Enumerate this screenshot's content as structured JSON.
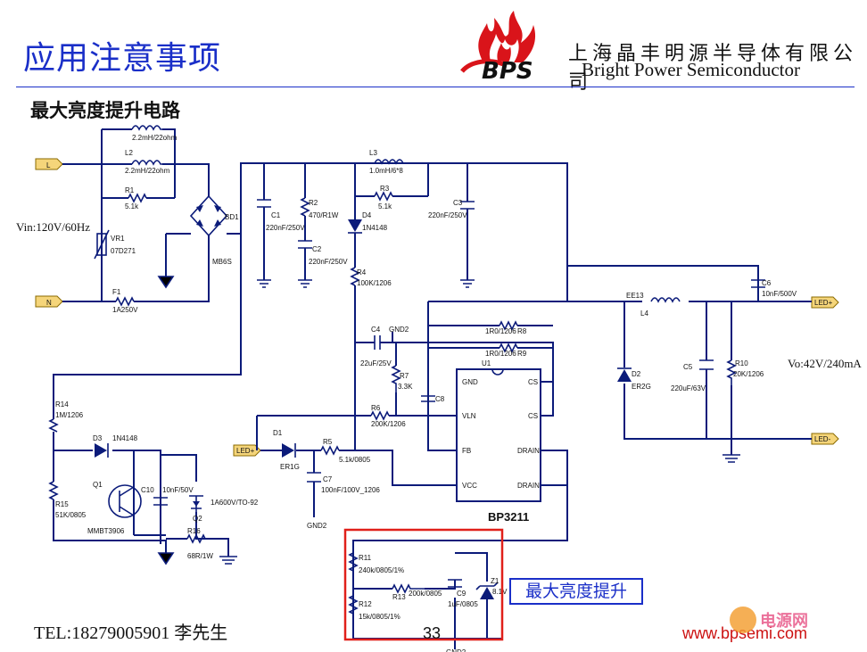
{
  "slide": {
    "title": "应用注意事项",
    "subtitle": "最大亮度提升电路",
    "footer_contact": "TEL:18279005901   李先生",
    "page_number": "33",
    "website": "www.bpsemi.com"
  },
  "company": {
    "name_cn": "上海晶丰明源半导体有限公司",
    "name_en": "Bright Power Semiconductor",
    "logo_text": "BPS"
  },
  "circuit": {
    "input_label": "Vin:120V/60Hz",
    "output_label": "Vo:42V/240mA",
    "terminals": {
      "line": "L",
      "neutral": "N",
      "led_plus": "LED+",
      "led_minus": "LED-",
      "led_plus_in": "LED+"
    },
    "chip": {
      "ref": "U1",
      "name": "BP3211",
      "pins_left": [
        "GND",
        "VLN",
        "FB",
        "VCC"
      ],
      "pins_right": [
        "CS",
        "CS",
        "DRAIN",
        "DRAIN"
      ]
    },
    "components": {
      "l1": "2.2mH/22ohm",
      "l2_ref": "L2",
      "l2": "2.2mH/22ohm",
      "r1_ref": "R1",
      "r1": "5.1k",
      "vr1_ref": "VR1",
      "vr1": "07D271",
      "f1_ref": "F1",
      "f1": "1A250V",
      "bd1_ref": "BD1",
      "bd1": "MB6S",
      "c1_ref": "C1",
      "c1": "220nF/250V",
      "r2_ref": "R2",
      "r2": "470/R1W",
      "c2_ref": "C2",
      "c2": "220nF/250V",
      "l3_ref": "L3",
      "l3": "1.0mH/6*8",
      "r3_ref": "R3",
      "r3": "5.1k",
      "c3_ref": "C3",
      "c3": "220nF/250V",
      "d4_ref": "D4",
      "d4": "1N4148",
      "r4_ref": "R4",
      "r4": "100K/1206",
      "c4_ref": "C4",
      "c4": "22uF/25V",
      "gnd2": "GND2",
      "r8_ref": "R8",
      "r8": "1R0/1206",
      "r9_ref": "R9",
      "r9": "1R0/1206",
      "r7_ref": "R7",
      "r7": "3.3K",
      "c8_ref": "C8",
      "r6_ref": "R6",
      "r6": "200K/1206",
      "d1_ref": "D1",
      "d1": "ER1G",
      "r5_ref": "R5",
      "r5": "5.1k/0805",
      "c7_ref": "C7",
      "c7": "100nF/100V_1206",
      "ee13": "EE13",
      "l4_ref": "L4",
      "c6_ref": "C6",
      "c6": "10nF/500V",
      "d2_ref": "D2",
      "d2": "ER2G",
      "c5_ref": "C5",
      "c5": "220uF/63V",
      "r10_ref": "R10",
      "r10": "20K/1206",
      "r14_ref": "R14",
      "r14": "1M/1206",
      "d3_ref": "D3",
      "d3": "1N4148",
      "q1_ref": "Q1",
      "q1": "MMBT3906",
      "c10_ref": "C10",
      "c10": "10nF/50V",
      "q2_ref": "Q2",
      "q2": "1A600V/TO-92",
      "r15_ref": "R15",
      "r15": "51K/0805",
      "r16_ref": "R16",
      "r16": "68R/1W",
      "r11_ref": "R11",
      "r11": "240k/0805/1%",
      "r12_ref": "R12",
      "r12": "15k/0805/1%",
      "r13_ref": "R13",
      "r13": "200k/0805",
      "c9_ref": "C9",
      "c9": "1uF/0805",
      "z1_ref": "Z1",
      "z1": "8.1V"
    },
    "callout": "最大亮度提升",
    "highlight_color": "#e0201a",
    "wire_color": "#0b1b7a",
    "terminal_color": "#f5d57a"
  },
  "watermark": {
    "text": "电源网"
  }
}
